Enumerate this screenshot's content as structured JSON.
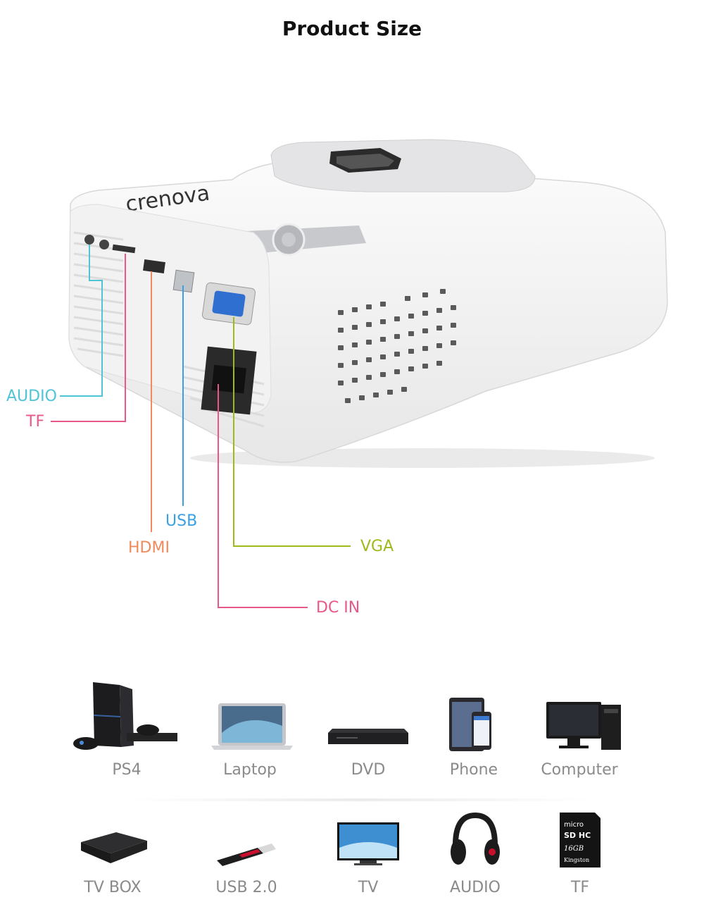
{
  "title": "Product Size",
  "brand": "crenova",
  "ports": {
    "audio": {
      "label": "AUDIO",
      "color": "#4fc4d6"
    },
    "tf": {
      "label": "TF",
      "color": "#e8588a"
    },
    "hdmi": {
      "label": "HDMI",
      "color": "#f08a5d"
    },
    "usb": {
      "label": "USB",
      "color": "#3aa0e6"
    },
    "vga": {
      "label": "VGA",
      "color": "#9fb81a"
    },
    "dcin": {
      "label": "DC IN",
      "color": "#e8588a"
    }
  },
  "devices_row1": [
    {
      "label": "PS4",
      "icon": "ps4-console-icon"
    },
    {
      "label": "Laptop",
      "icon": "laptop-icon"
    },
    {
      "label": "DVD",
      "icon": "dvd-player-icon"
    },
    {
      "label": "Phone",
      "icon": "phone-tablet-icon"
    },
    {
      "label": "Computer",
      "icon": "desktop-computer-icon"
    }
  ],
  "devices_row2": [
    {
      "label": "TV BOX",
      "icon": "tv-box-icon"
    },
    {
      "label": "USB 2.0",
      "icon": "usb-drive-icon"
    },
    {
      "label": "TV",
      "icon": "tv-icon"
    },
    {
      "label": "AUDIO",
      "icon": "headphones-icon"
    },
    {
      "label": "TF",
      "icon": "sd-card-icon"
    }
  ],
  "sd_card_text": {
    "brand": "Kingston",
    "capacity": "16GB"
  }
}
